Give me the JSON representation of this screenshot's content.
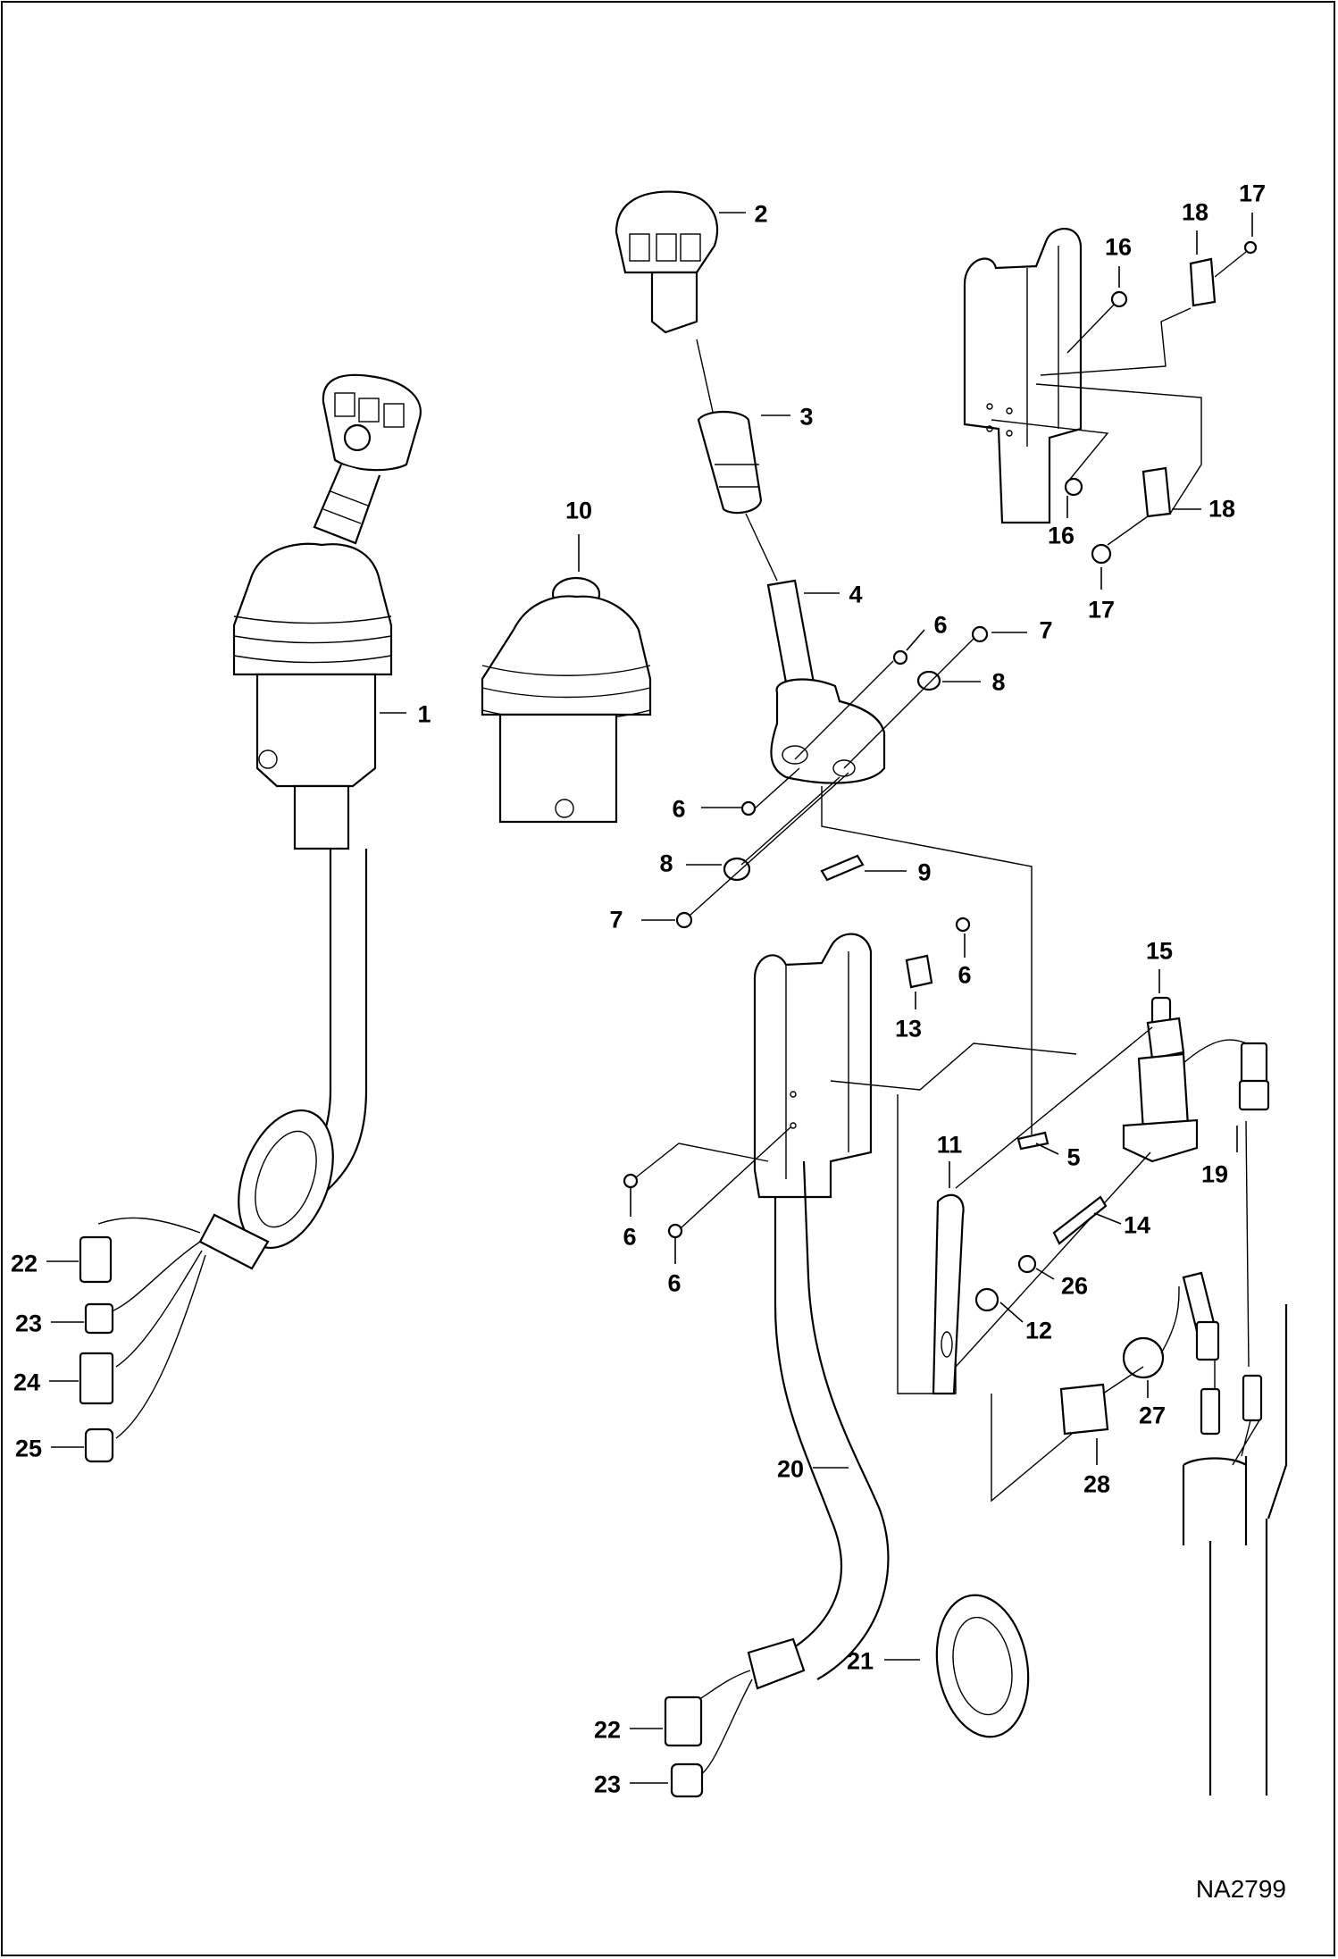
{
  "drawing_id": "NA2799",
  "callouts": [
    {
      "num": "1"
    },
    {
      "num": "2"
    },
    {
      "num": "3"
    },
    {
      "num": "4"
    },
    {
      "num": "5"
    },
    {
      "num": "6"
    },
    {
      "num": "6"
    },
    {
      "num": "6"
    },
    {
      "num": "6"
    },
    {
      "num": "6"
    },
    {
      "num": "7"
    },
    {
      "num": "7"
    },
    {
      "num": "8"
    },
    {
      "num": "8"
    },
    {
      "num": "9"
    },
    {
      "num": "10"
    },
    {
      "num": "11"
    },
    {
      "num": "12"
    },
    {
      "num": "13"
    },
    {
      "num": "14"
    },
    {
      "num": "15"
    },
    {
      "num": "16"
    },
    {
      "num": "16"
    },
    {
      "num": "17"
    },
    {
      "num": "17"
    },
    {
      "num": "18"
    },
    {
      "num": "18"
    },
    {
      "num": "19"
    },
    {
      "num": "20"
    },
    {
      "num": "21"
    },
    {
      "num": "22"
    },
    {
      "num": "22"
    },
    {
      "num": "23"
    },
    {
      "num": "23"
    },
    {
      "num": "24"
    },
    {
      "num": "25"
    },
    {
      "num": "26"
    },
    {
      "num": "27"
    },
    {
      "num": "28"
    }
  ]
}
